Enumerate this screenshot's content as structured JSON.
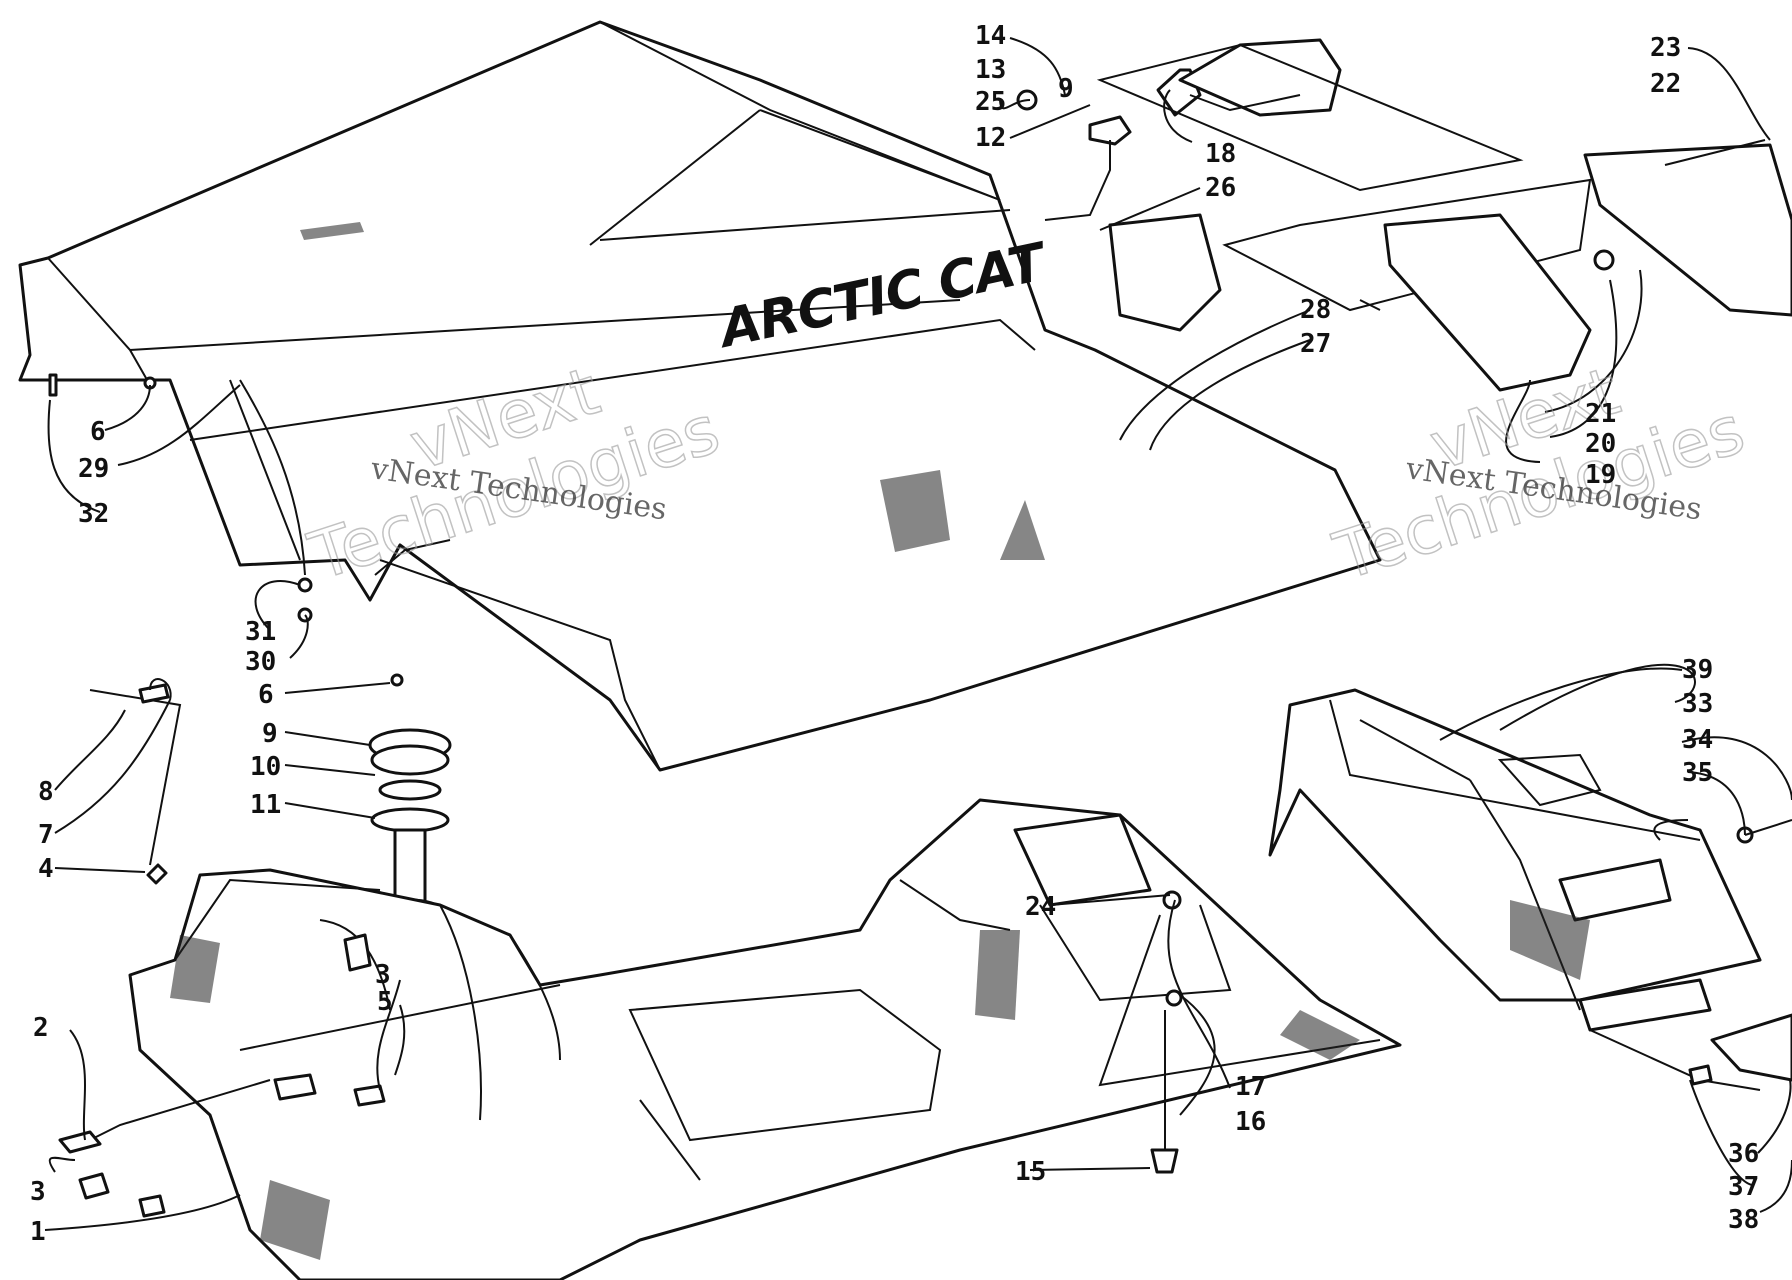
{
  "brand_text": "ARCTIC CAT",
  "watermarks": [
    {
      "line1": "vNext Technologies",
      "big1": "vNext",
      "big2": "Technologies"
    },
    {
      "line1": "vNext Technologies",
      "big1": "vNext",
      "big2": "Technologies"
    }
  ],
  "callouts": [
    "1",
    "2",
    "3",
    "3",
    "4",
    "5",
    "6",
    "6",
    "7",
    "8",
    "9",
    "9",
    "10",
    "11",
    "12",
    "13",
    "14",
    "15",
    "16",
    "17",
    "18",
    "19",
    "20",
    "21",
    "22",
    "23",
    "24",
    "25",
    "26",
    "27",
    "28",
    "29",
    "30",
    "31",
    "32",
    "33",
    "34",
    "35",
    "36",
    "37",
    "38",
    "39"
  ]
}
